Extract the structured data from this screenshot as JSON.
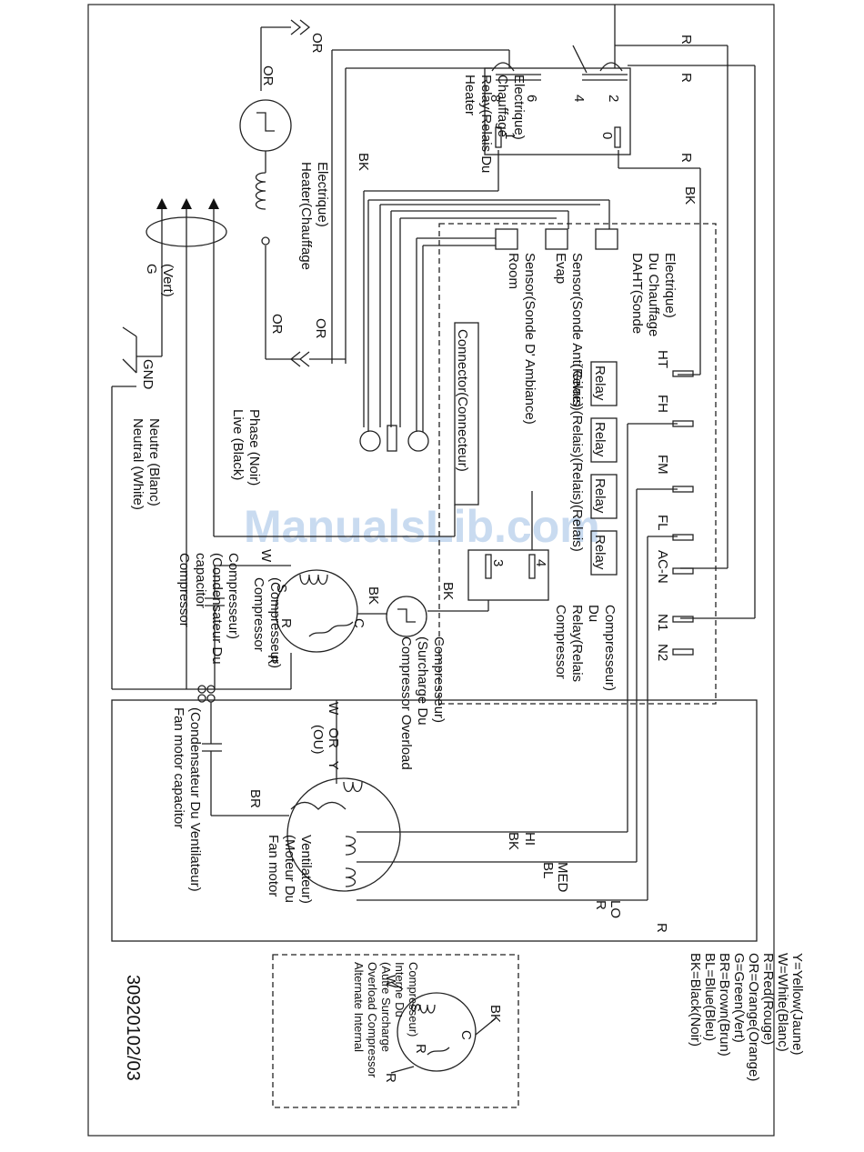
{
  "watermark": "ManualsLib.com",
  "document_number": "30920102/03",
  "labels": {
    "or": "OR",
    "r": "R",
    "bk": "BK",
    "heater_relay": [
      "Heater",
      "Relay(Relais Du",
      "Chauffage",
      "Electrique)"
    ],
    "relay_pins": [
      "8",
      "6",
      "4",
      "2",
      "1",
      "0"
    ],
    "heater": [
      "Heater(Chauffage",
      "Electrique)"
    ],
    "daht": [
      "DAHT(Sonde",
      "Du Chauffage",
      "Electrique)"
    ],
    "evap": [
      "Evap",
      "Sensor(Sonde Anti Givre)"
    ],
    "room": [
      "Room",
      "Sensor(Sonde D' Ambiance)"
    ],
    "connector": "Connector(Connecteur)",
    "relay": "Relay",
    "relais": "(Relais)(Relais)(Relais)(Relais)",
    "terminals": [
      "HT",
      "FH",
      "FM",
      "FL",
      "AC-N",
      "N1",
      "N2"
    ],
    "comp_relay_pins": [
      "4",
      "3"
    ],
    "comp_relay": [
      "Compressor",
      "Relay(Relais",
      "Du",
      "Compresseur)"
    ],
    "ground": [
      "G",
      "(Vert)"
    ],
    "gnd": "GND",
    "live": [
      "Live (Black)",
      "Phase (Noir)"
    ],
    "neutral": [
      "Neutral (White)",
      "Neutre (Blanc)"
    ],
    "w": "W",
    "s": "S",
    "c": "C",
    "compressor": [
      "Compressor",
      "(Compresseur)"
    ],
    "comp_capacitor": [
      "Compressor",
      "capacitor",
      "(Condensateur Du",
      "Compresseur)"
    ],
    "overload": [
      "Compressor Overload",
      "(Surcharge Du",
      "Compresseur)"
    ],
    "fan_wires": [
      "W",
      "OR",
      "Y"
    ],
    "ou": "(OU)",
    "br": "BR",
    "fan_capacitor": [
      "Fan motor capacitor",
      "(Condensateur Du Ventilateur)"
    ],
    "fan_motor": [
      "Fan motor",
      "(Moteur Du",
      "Ventilateur)"
    ],
    "speeds": [
      "HI",
      "BK",
      "MED",
      "BL",
      "LO",
      "R"
    ],
    "legend": [
      "BK=Black(Noir)",
      "BL=Blue(Bleu)",
      "BR=Brown(Brun)",
      "G=Green(Vert)",
      "OR=Orange(Orange)",
      "R=Red(Rouge)",
      "W=White(Blanc)",
      "Y=Yellow(Jaune)"
    ],
    "alternate": [
      "Alternate Internal",
      "Overload Compressor",
      "(Autre Surcharge",
      "Interne Du",
      "Compresseur)"
    ]
  }
}
